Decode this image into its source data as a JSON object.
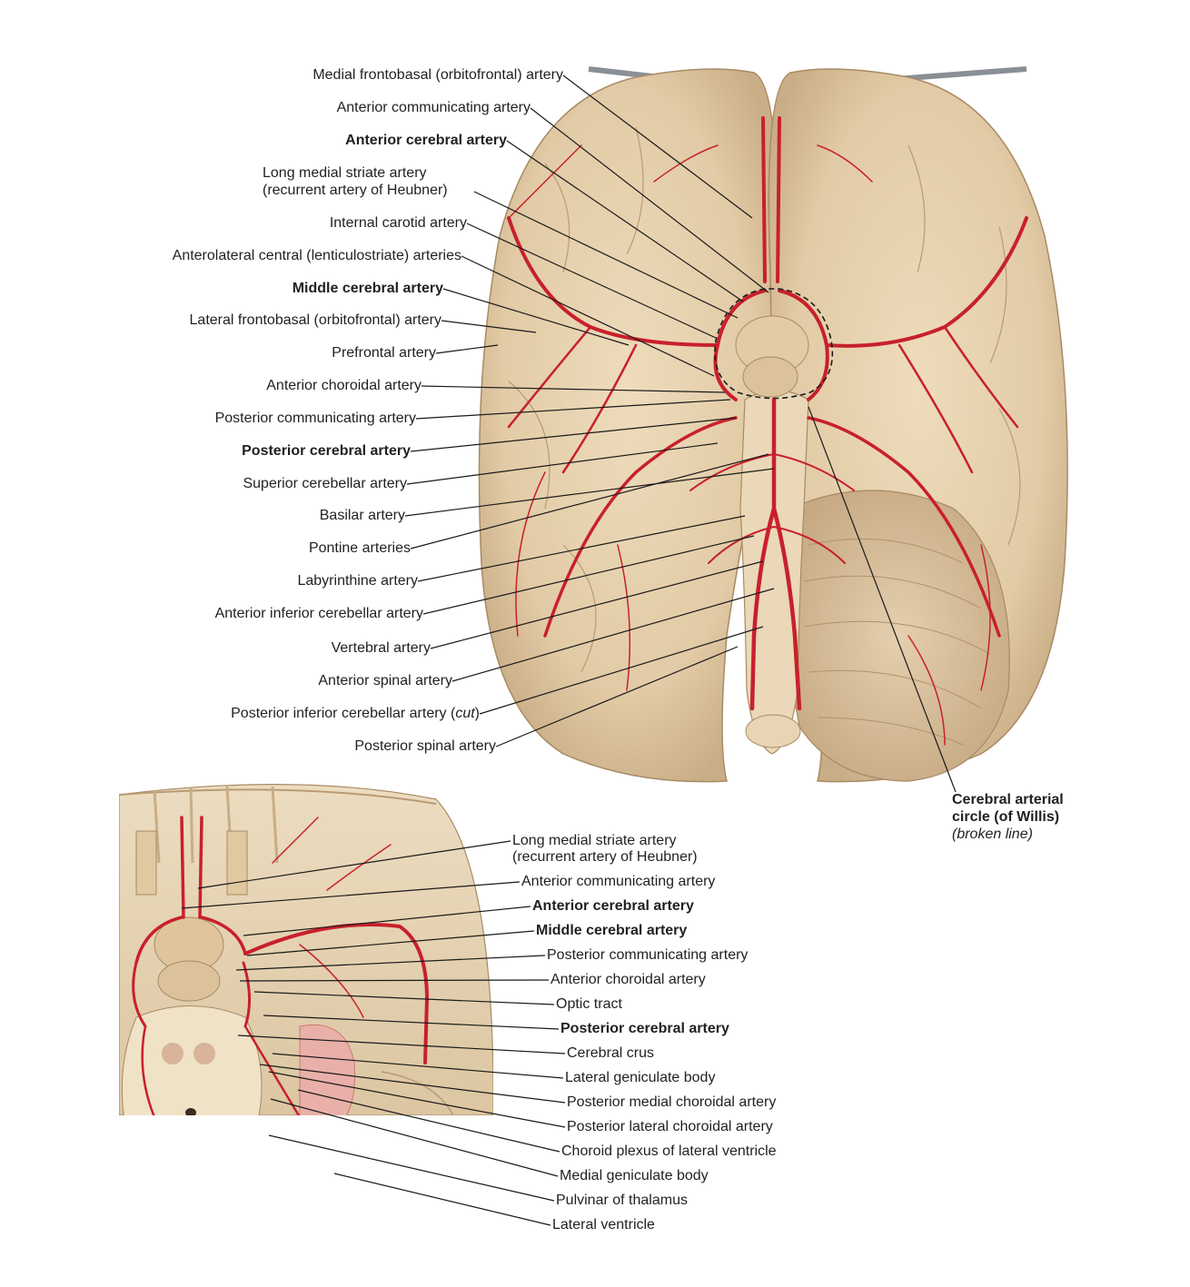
{
  "top_view": {
    "labels": [
      {
        "text": "Medial frontobasal (orbitofrontal) artery",
        "bold": false
      },
      {
        "text": "Anterior communicating artery",
        "bold": false
      },
      {
        "text": "Anterior cerebral artery",
        "bold": true
      },
      {
        "text": "Long medial striate artery",
        "bold": false
      },
      {
        "text": "(recurrent artery of Heubner)",
        "bold": false
      },
      {
        "text": "Internal carotid artery",
        "bold": false
      },
      {
        "text": "Anterolateral central (lenticulostriate) arteries",
        "bold": false
      },
      {
        "text": "Middle cerebral artery",
        "bold": true
      },
      {
        "text": "Lateral frontobasal (orbitofrontal) artery",
        "bold": false
      },
      {
        "text": "Prefrontal artery",
        "bold": false
      },
      {
        "text": "Anterior choroidal artery",
        "bold": false
      },
      {
        "text": "Posterior communicating artery",
        "bold": false
      },
      {
        "text": "Posterior cerebral artery",
        "bold": true
      },
      {
        "text": "Superior cerebellar artery",
        "bold": false
      },
      {
        "text": "Basilar artery",
        "bold": false
      },
      {
        "text": "Pontine arteries",
        "bold": false
      },
      {
        "text": "Labyrinthine artery",
        "bold": false
      },
      {
        "text": "Anterior inferior cerebellar artery",
        "bold": false
      },
      {
        "text": "Vertebral artery",
        "bold": false
      },
      {
        "text": "Anterior spinal artery",
        "bold": false
      },
      {
        "text": "Posterior inferior cerebellar artery (",
        "italic_part": "cut",
        "suffix": ")",
        "bold": false
      },
      {
        "text": "Posterior spinal artery",
        "bold": false
      }
    ],
    "willis": {
      "line1": "Cerebral arterial",
      "line2": "circle (of Willis)",
      "line3": "(broken line)"
    }
  },
  "bottom_view": {
    "labels": [
      {
        "text": "Long medial striate artery",
        "bold": false
      },
      {
        "text": "(recurrent artery of Heubner)",
        "bold": false
      },
      {
        "text": "Anterior communicating artery",
        "bold": false
      },
      {
        "text": "Anterior cerebral artery",
        "bold": true
      },
      {
        "text": "Middle cerebral artery",
        "bold": true
      },
      {
        "text": "Posterior communicating artery",
        "bold": false
      },
      {
        "text": "Anterior choroidal artery",
        "bold": false
      },
      {
        "text": "Optic tract",
        "bold": false
      },
      {
        "text": "Posterior cerebral artery",
        "bold": true
      },
      {
        "text": "Cerebral crus",
        "bold": false
      },
      {
        "text": "Lateral geniculate body",
        "bold": false
      },
      {
        "text": "Posterior medial choroidal artery",
        "bold": false
      },
      {
        "text": "Posterior lateral choroidal artery",
        "bold": false
      },
      {
        "text": "Choroid plexus of lateral ventricle",
        "bold": false
      },
      {
        "text": "Medial geniculate body",
        "bold": false
      },
      {
        "text": "Pulvinar of thalamus",
        "bold": false
      },
      {
        "text": "Lateral ventricle",
        "bold": false
      }
    ]
  },
  "colors": {
    "brain_tissue": "#e6d2b0",
    "artery": "#c8202c",
    "leader_line": "#1a1a1a",
    "text": "#231f20"
  }
}
